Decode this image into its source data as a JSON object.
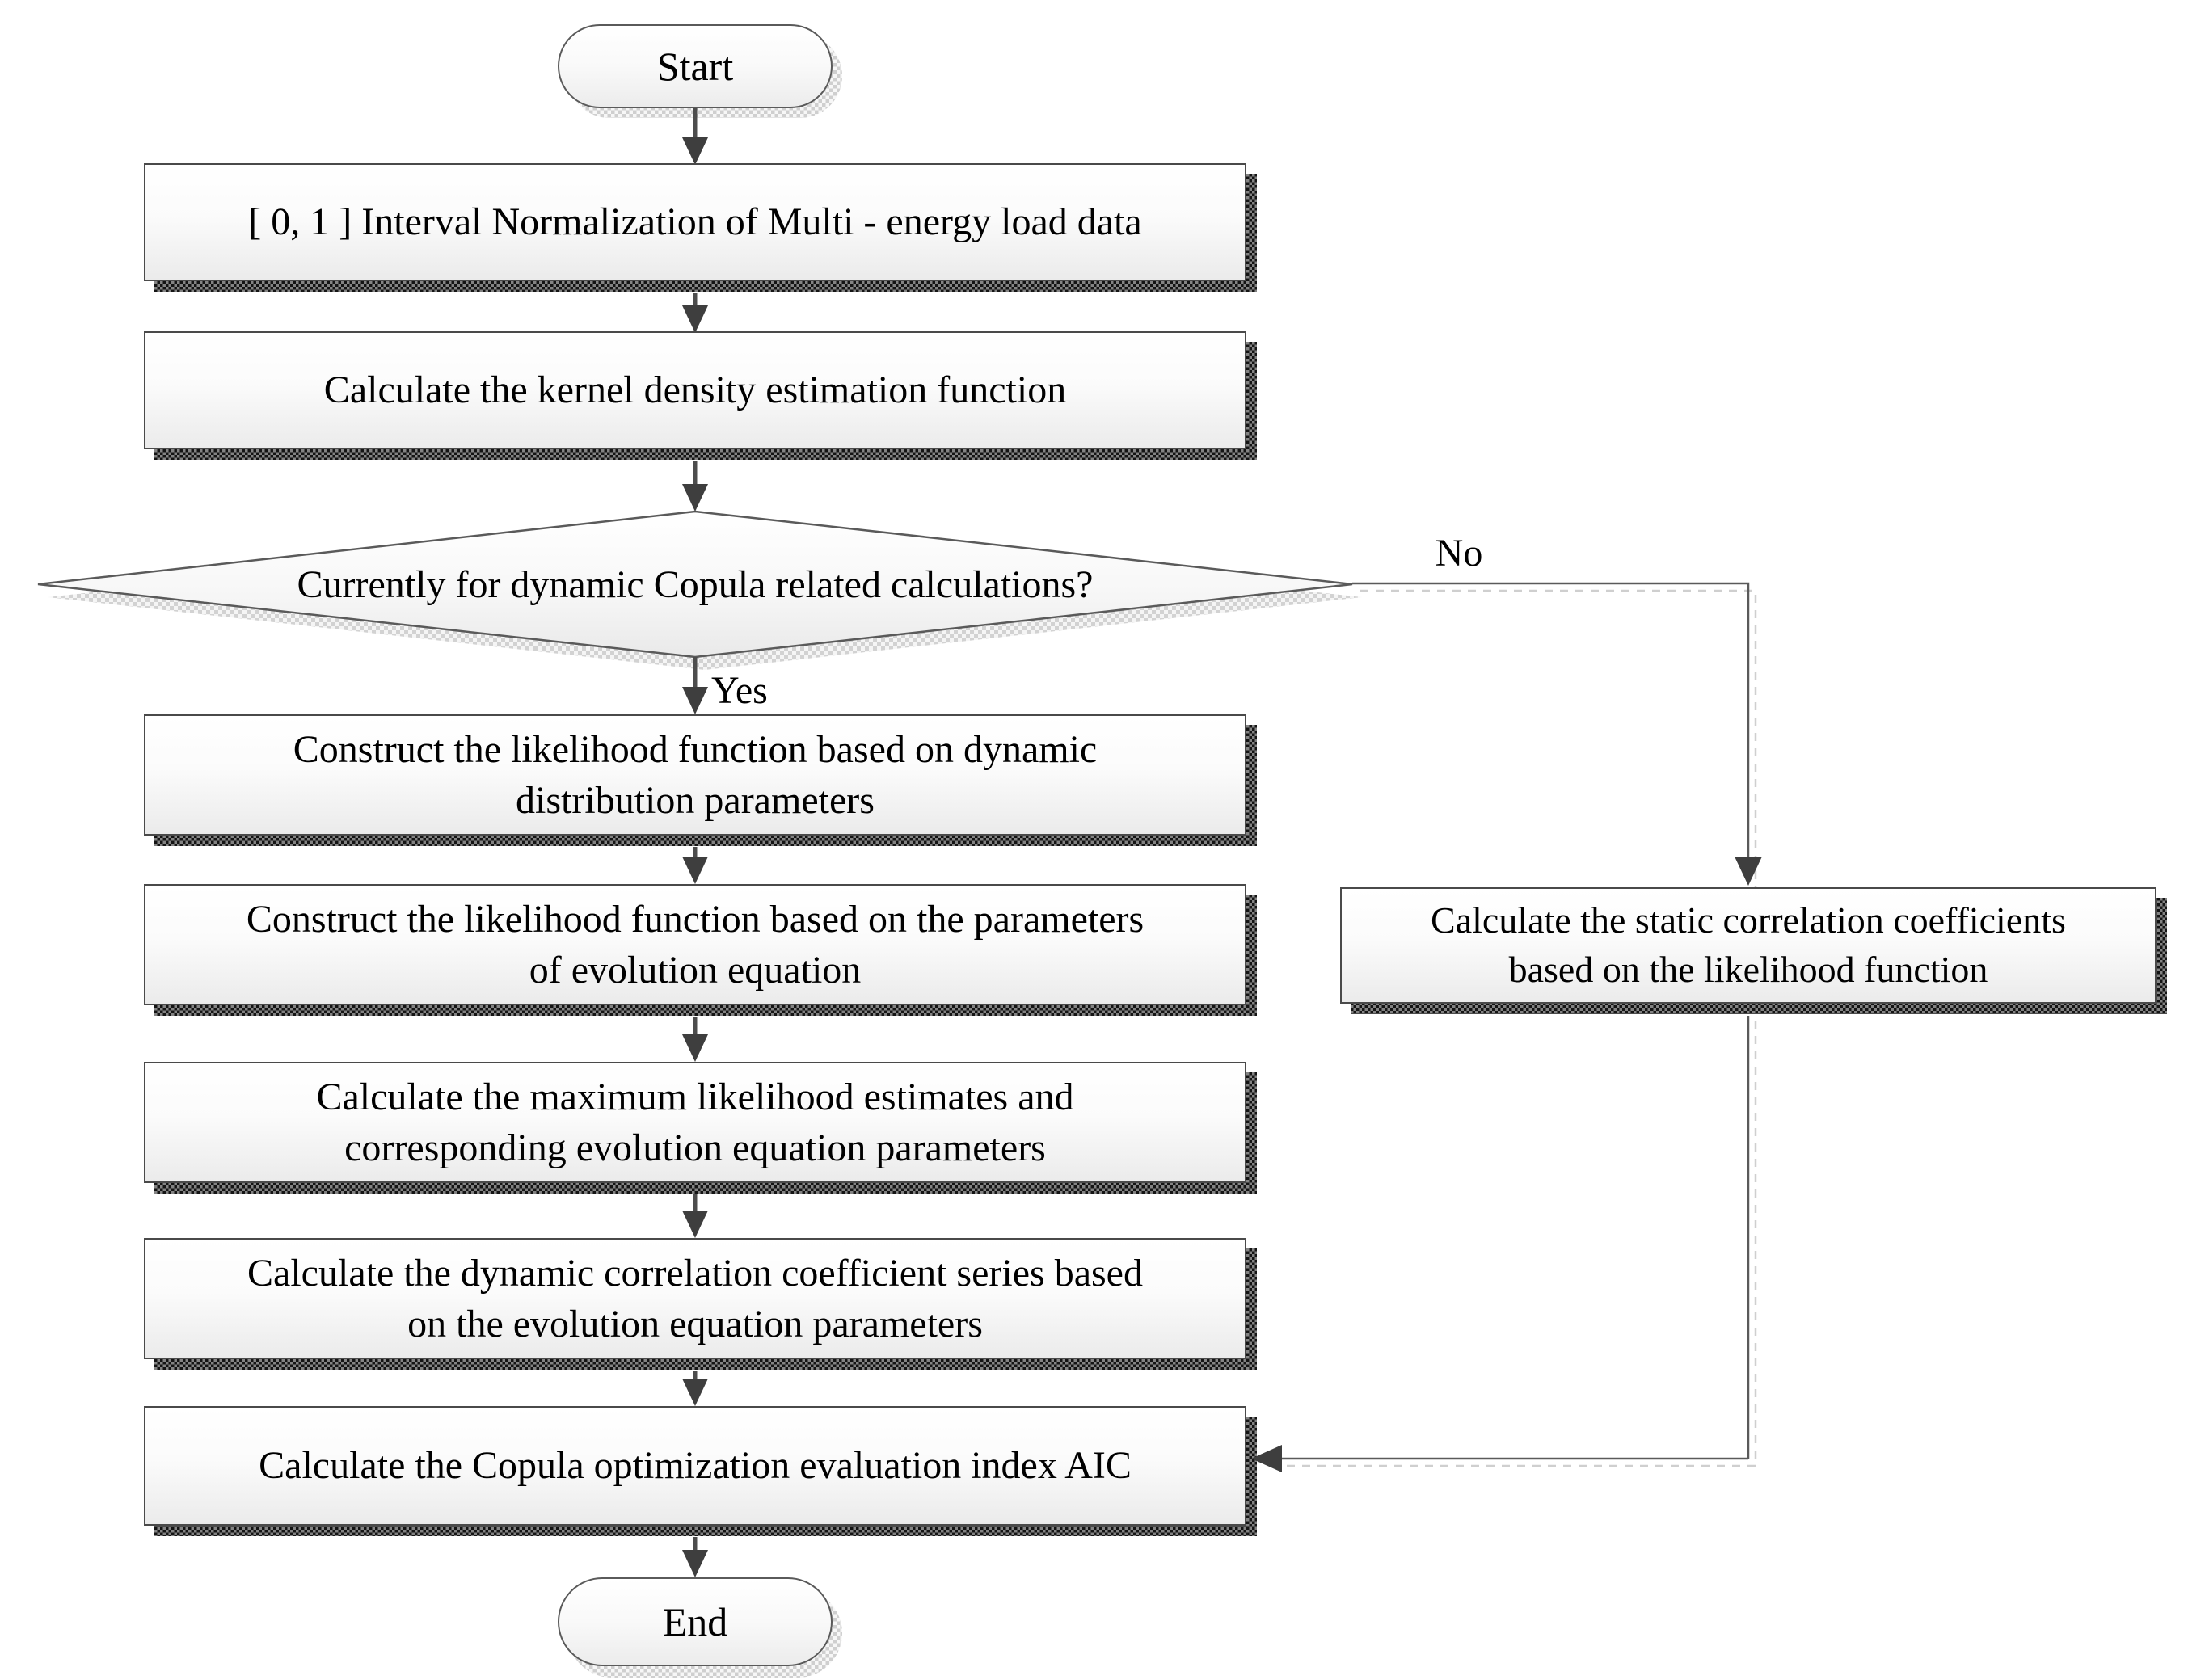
{
  "diagram": {
    "nodes": {
      "start": {
        "label": "Start"
      },
      "normalize": {
        "label": "[ 0, 1 ] Interval Normalization of Multi - energy load data"
      },
      "kernel": {
        "label": "Calculate the kernel density estimation function"
      },
      "decision": {
        "label": "Currently for dynamic Copula related calculations?"
      },
      "construct_dynamic": {
        "label": "Construct the likelihood function based on dynamic\ndistribution parameters"
      },
      "construct_evolution": {
        "label": "Construct the likelihood function based on the parameters\nof evolution equation"
      },
      "max_likelihood": {
        "label": "Calculate the maximum likelihood estimates and\ncorresponding evolution equation parameters"
      },
      "dynamic_series": {
        "label": "Calculate the dynamic correlation coefficient series based\non the evolution equation parameters"
      },
      "aic": {
        "label": "Calculate the Copula optimization evaluation index AIC"
      },
      "static_coeff": {
        "label": "Calculate the static correlation coefficients\nbased on the likelihood function"
      },
      "end": {
        "label": "End"
      }
    },
    "edges": {
      "yes_label": "Yes",
      "no_label": "No"
    },
    "colors": {
      "line": "#5a5a5a",
      "arrow_head": "#3e3e3e",
      "line_shadow": "#cfcfcf",
      "box_border": "#4a4a4a",
      "text": "#000000"
    }
  }
}
